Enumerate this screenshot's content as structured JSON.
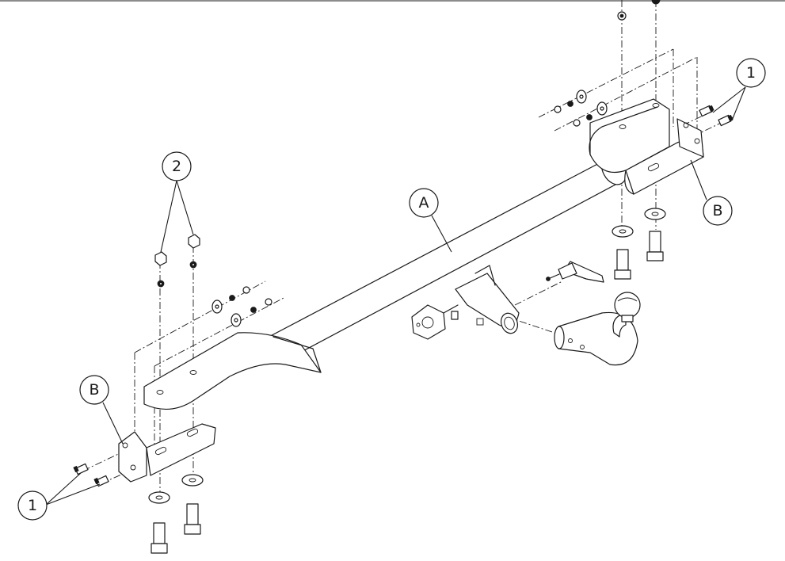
{
  "callouts": {
    "top_right_1": "1",
    "left_2": "2",
    "center_a": "A",
    "right_b": "B",
    "left_b": "B",
    "bottom_left_1": "1"
  }
}
